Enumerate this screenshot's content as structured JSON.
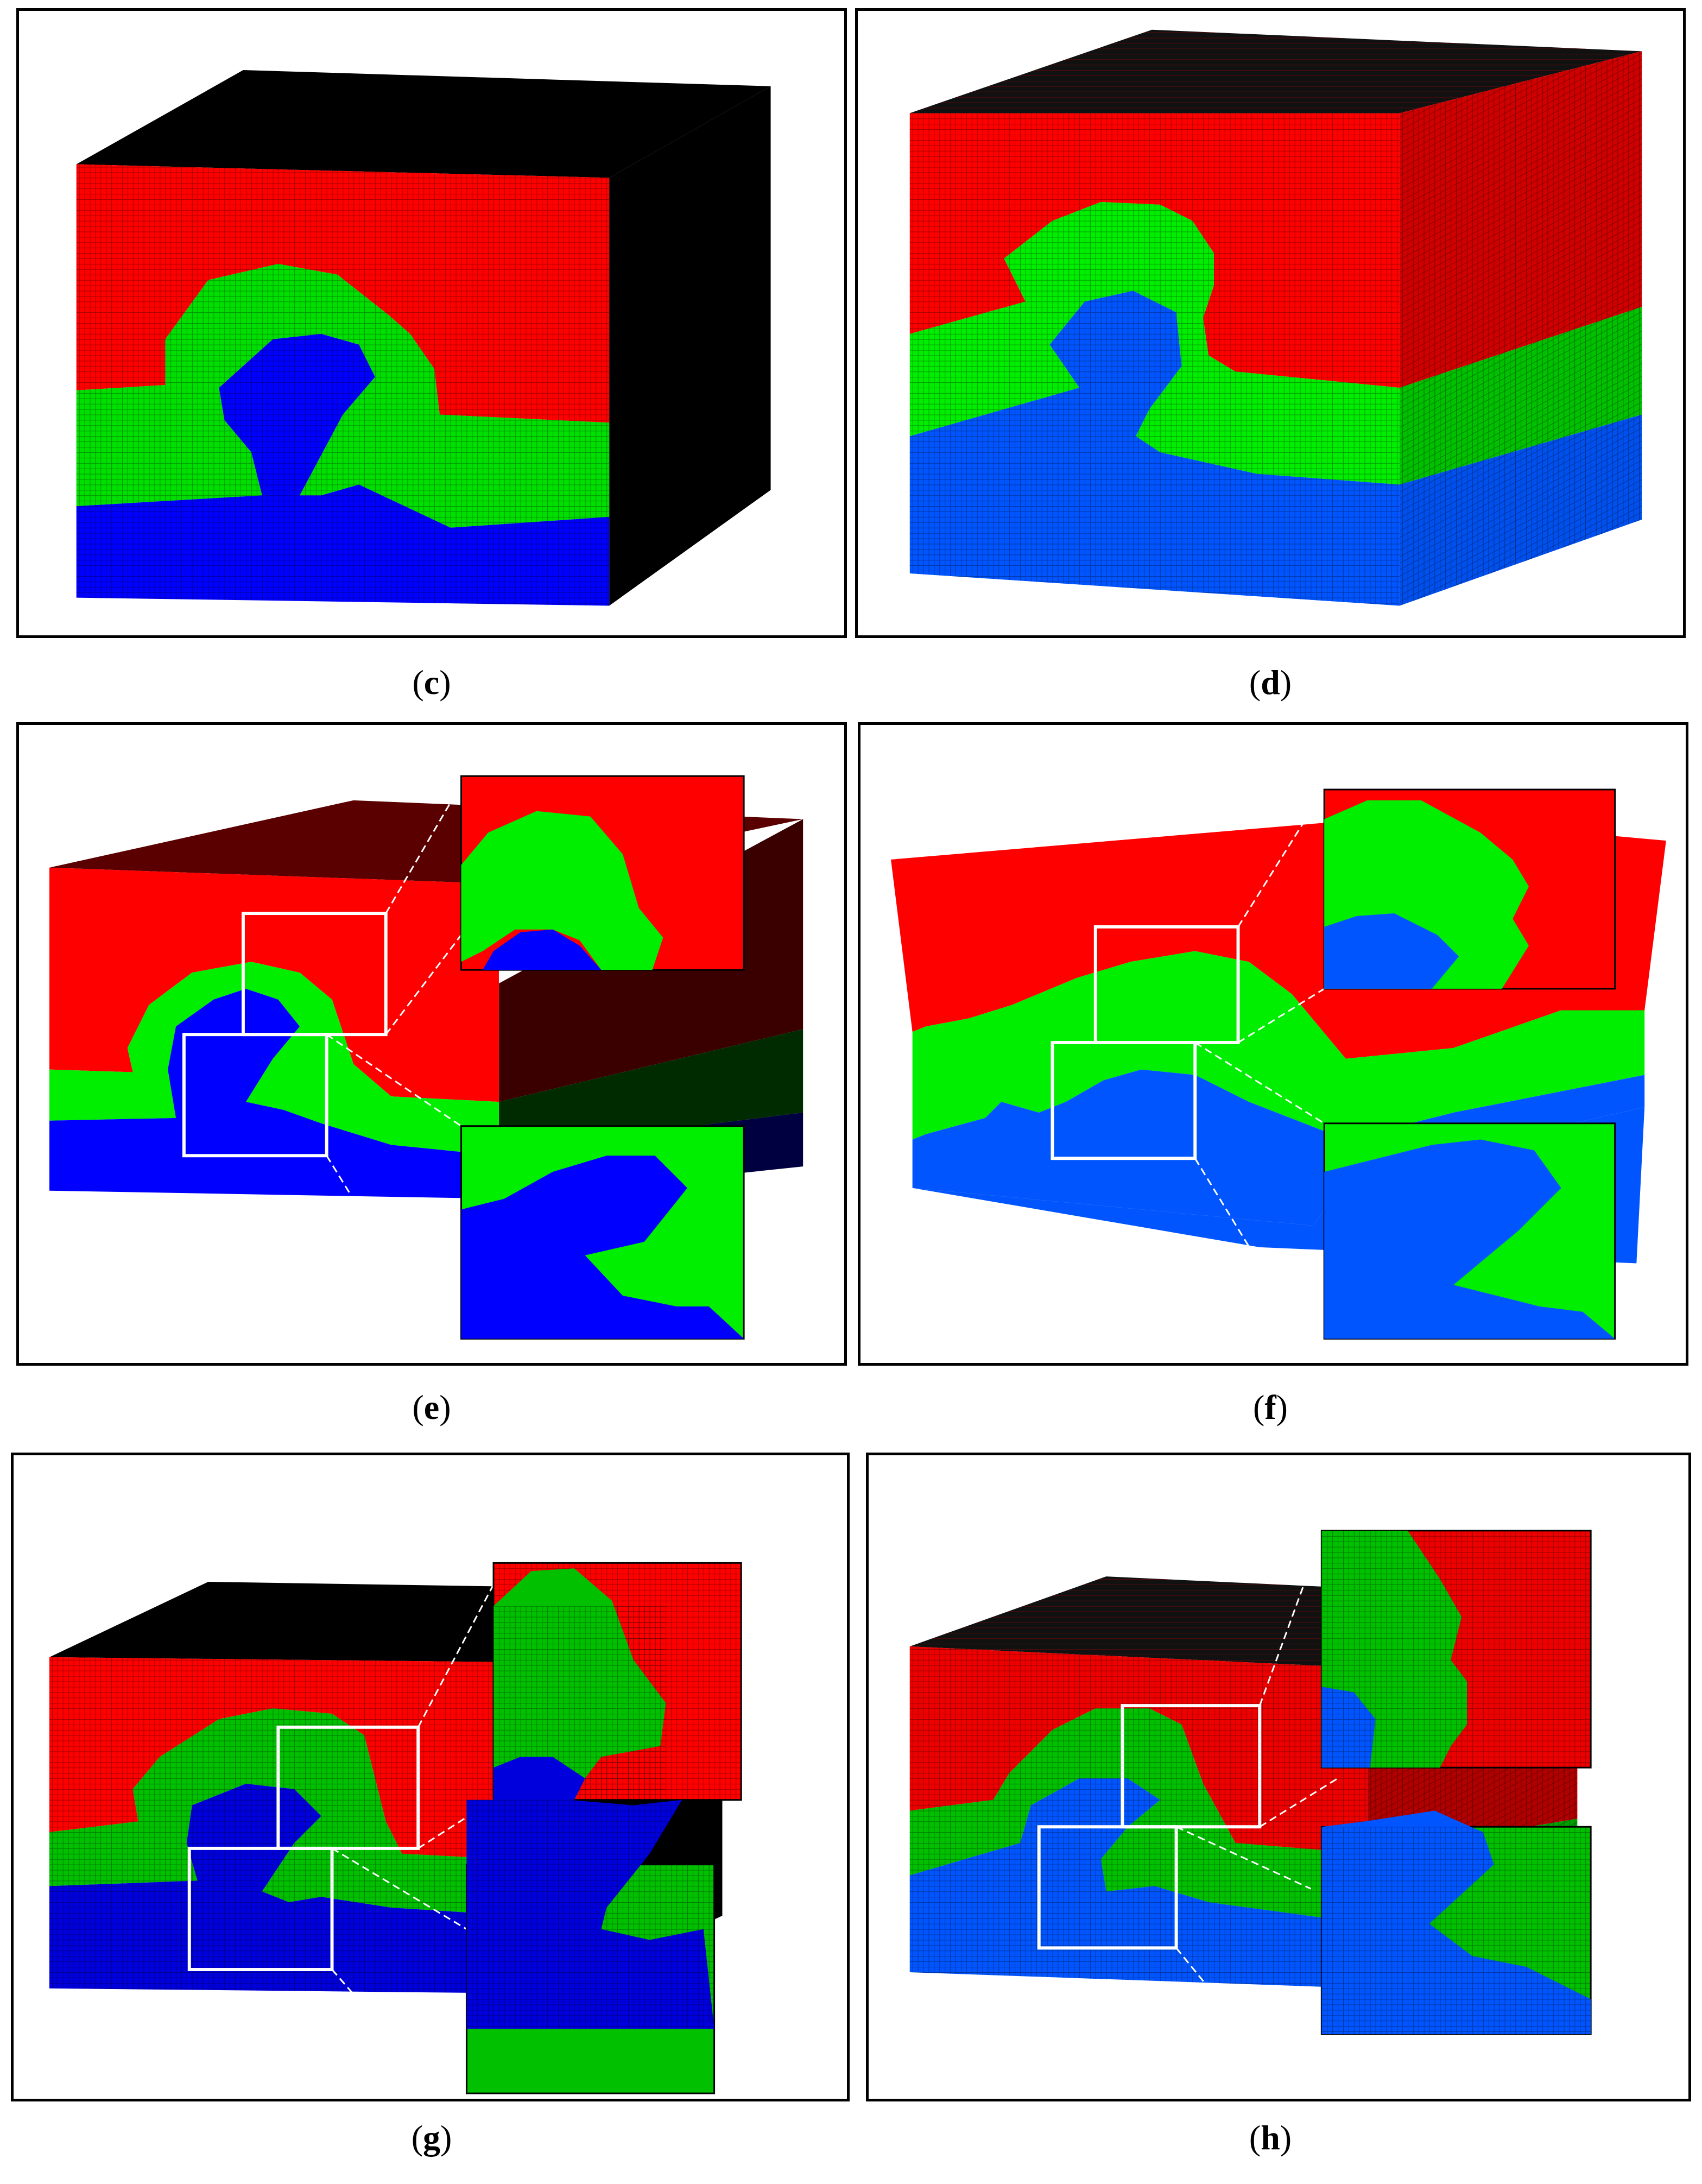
{
  "captions": {
    "c": "c",
    "d": "d",
    "e": "e",
    "f": "f",
    "g": "g",
    "h": "h"
  },
  "colors": {
    "red": "#ff0000",
    "green": "#00ee00",
    "blue": "#0000ff",
    "light_blue": "#0055ff",
    "black": "#000000",
    "dark_red": "#5a0000"
  }
}
